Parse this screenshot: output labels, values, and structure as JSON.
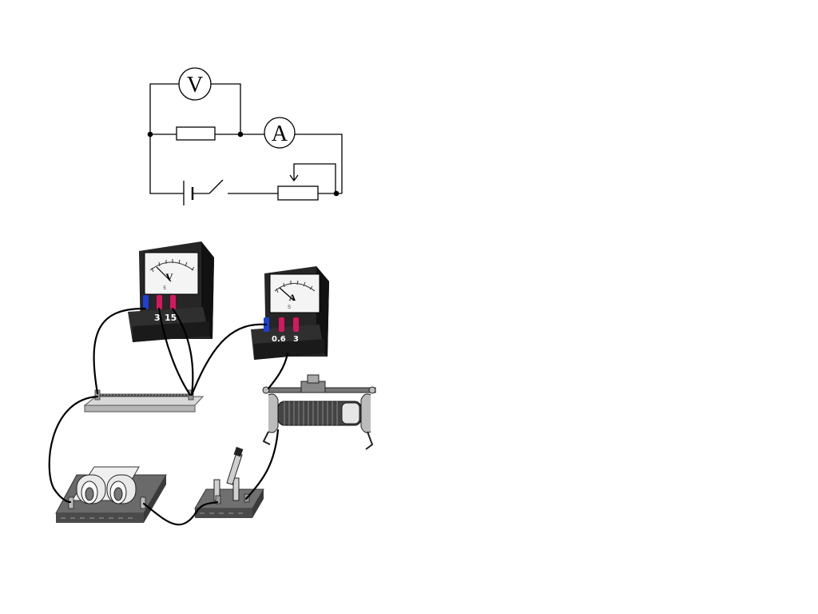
{
  "schematic": {
    "voltmeter_symbol": "V",
    "ammeter_symbol": "A"
  },
  "apparatus": {
    "voltmeter": {
      "face_letter": "V",
      "scale_small": "5",
      "terminal_labels": [
        "3",
        "15"
      ]
    },
    "ammeter": {
      "face_letter": "A",
      "scale_small": "S",
      "terminal_labels": [
        "0.6",
        "3"
      ]
    }
  },
  "colors": {
    "line": "#000000",
    "negative_terminal": "#1f3fd6",
    "positive_terminal": "#d6175f",
    "meter_body": "#2b2b2b",
    "board": "#c8c8c8"
  }
}
